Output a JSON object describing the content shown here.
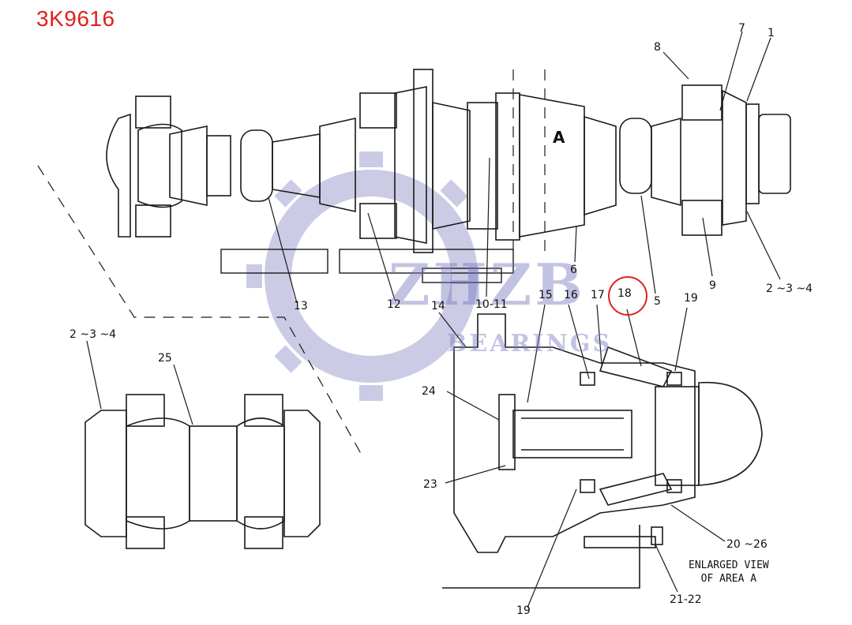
{
  "part_number": "3K9616",
  "watermark": {
    "main": "ZHZB",
    "sub": "BEARINGS"
  },
  "area_marker": "A",
  "caption": {
    "line1": "ENLARGED VIEW",
    "line2": "OF AREA A"
  },
  "highlighted_callout": "18",
  "callouts": {
    "c1": "1",
    "c2_4_top": "2 ~3 ~4",
    "c5": "5",
    "c6": "6",
    "c7": "7",
    "c8": "8",
    "c9": "9",
    "c10_11": "10-11",
    "c12": "12",
    "c13": "13",
    "c14": "14",
    "c15": "15",
    "c16": "16",
    "c17": "17",
    "c18": "18",
    "c19_top": "19",
    "c2_4_left": "2 ~3 ~4",
    "c25": "25",
    "c24": "24",
    "c23": "23",
    "c20_26": "20 ~26",
    "c21_22": "21-22",
    "c19_bottom": "19"
  },
  "colors": {
    "highlight": "#e02020",
    "watermark": "#7878be",
    "line": "#1a1a1a"
  }
}
